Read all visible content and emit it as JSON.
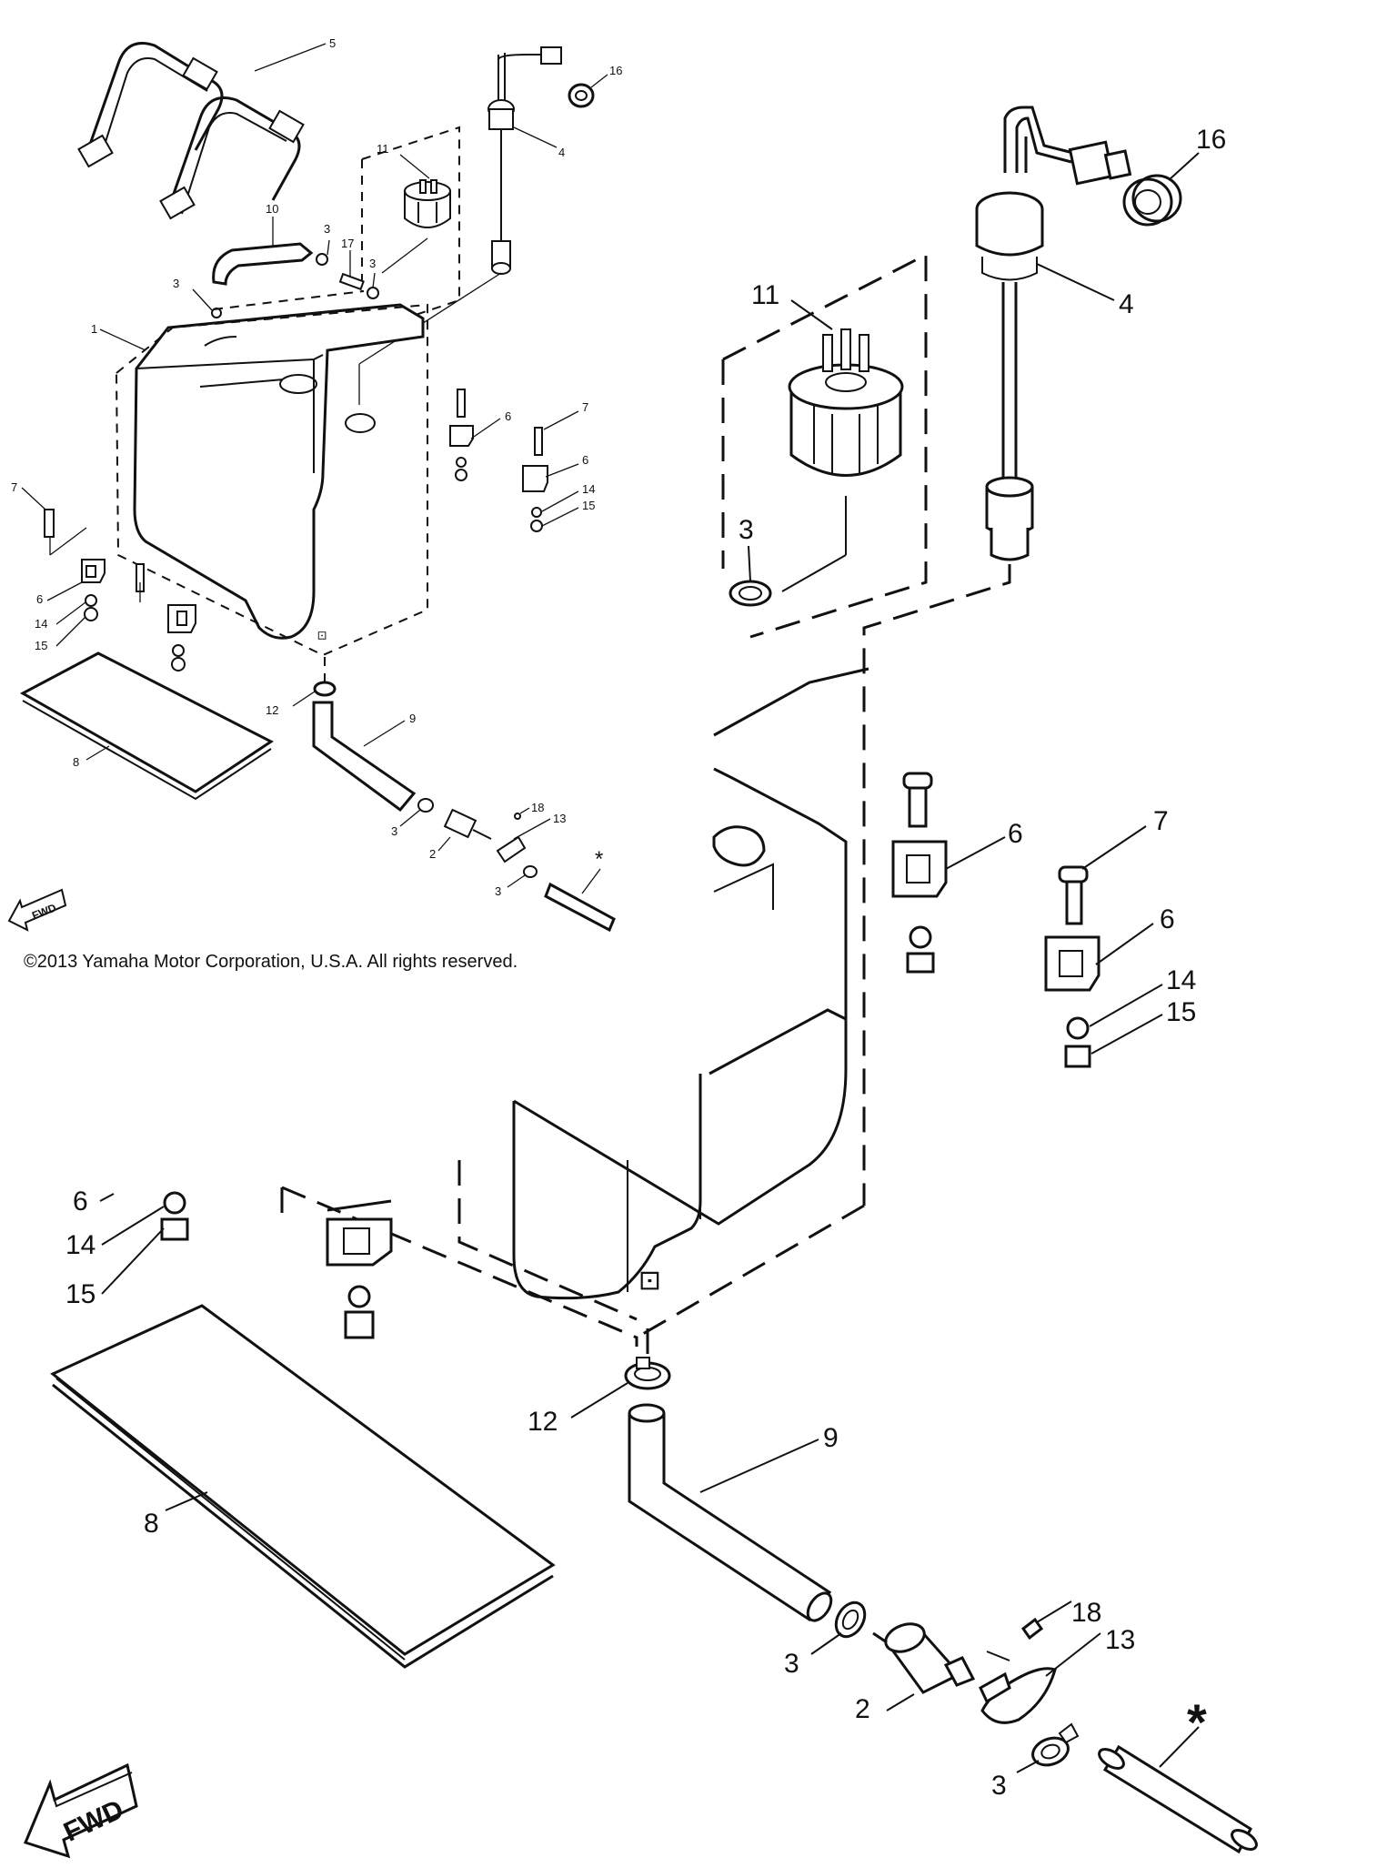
{
  "copyright": "©2013 Yamaha Motor Corporation, U.S.A. All rights reserved.",
  "fwd_label": "FWD",
  "asterisk": "*",
  "callouts": {
    "c1": "1",
    "c2": "2",
    "c3": "3",
    "c4": "4",
    "c5": "5",
    "c6": "6",
    "c7": "7",
    "c8": "8",
    "c9": "9",
    "c10": "10",
    "c11": "11",
    "c12": "12",
    "c13": "13",
    "c14": "14",
    "c15": "15",
    "c16": "16",
    "c17": "17",
    "c18": "18"
  }
}
